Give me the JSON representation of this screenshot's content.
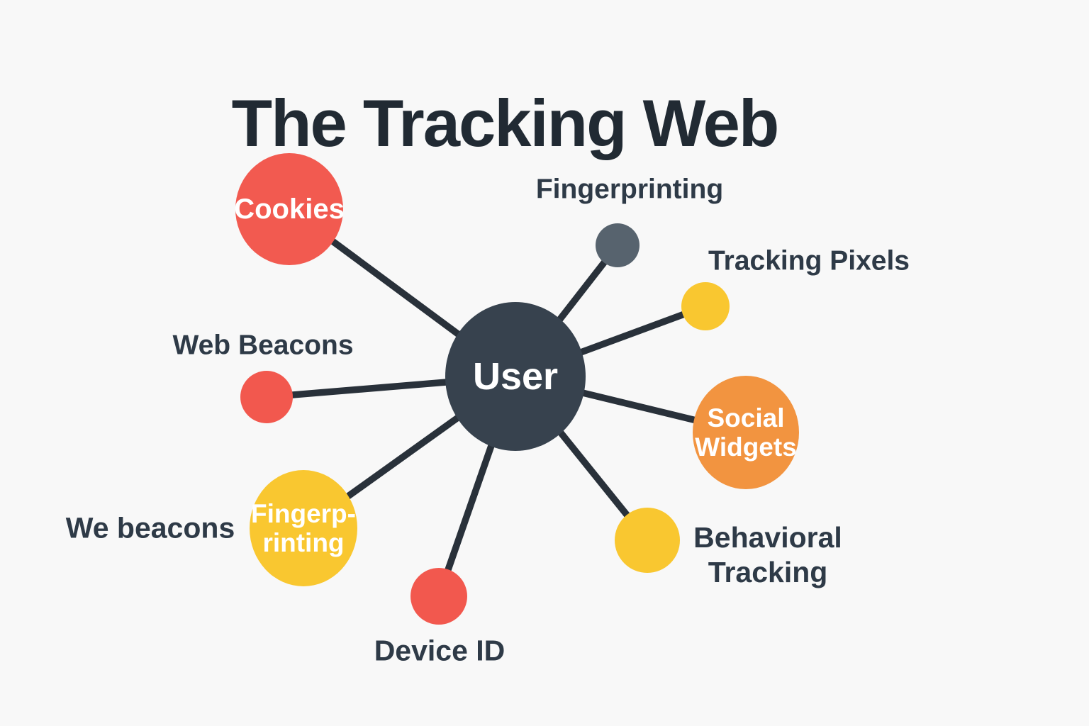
{
  "title": "The Tracking Web",
  "colors": {
    "background": "#f8f8f8",
    "connector_line": "#29313a",
    "center_node": "#37424e",
    "red_node": "#f2584e",
    "yellow_node": "#f9c730",
    "orange_node": "#f29440",
    "gray_node": "#57636e",
    "label_text": "#2e3a47",
    "title_text": "#212a33",
    "node_text": "#ffffff"
  },
  "diagram": {
    "center_node": {
      "label": "User"
    },
    "nodes": {
      "cookies": {
        "label": "Cookies",
        "color": "#f2584e",
        "label_position": "inside"
      },
      "fingerprinting": {
        "label": "Fingerprinting",
        "color": "#57636e",
        "label_position": "above"
      },
      "tracking_pixels": {
        "label": "Tracking Pixels",
        "color": "#f9c730",
        "label_position": "above-right"
      },
      "social_widgets": {
        "label_line1": "Social",
        "label_line2": "Widgets",
        "color": "#f29440",
        "label_position": "inside"
      },
      "behavioral_tracking": {
        "label_line1": "Behavioral",
        "label_line2": "Tracking",
        "color": "#f9c730",
        "label_position": "right"
      },
      "device_id": {
        "label": "Device ID",
        "color": "#f2584e",
        "label_position": "below"
      },
      "fingerprinting_2": {
        "label_line1": "Fingerp-",
        "label_line2": "rinting",
        "color": "#f9c730",
        "label_position": "inside"
      },
      "web_beacons": {
        "label": "Web Beacons",
        "color": "#f2584e",
        "label_position": "above"
      },
      "stray_label": {
        "label": "We beacons"
      }
    }
  }
}
